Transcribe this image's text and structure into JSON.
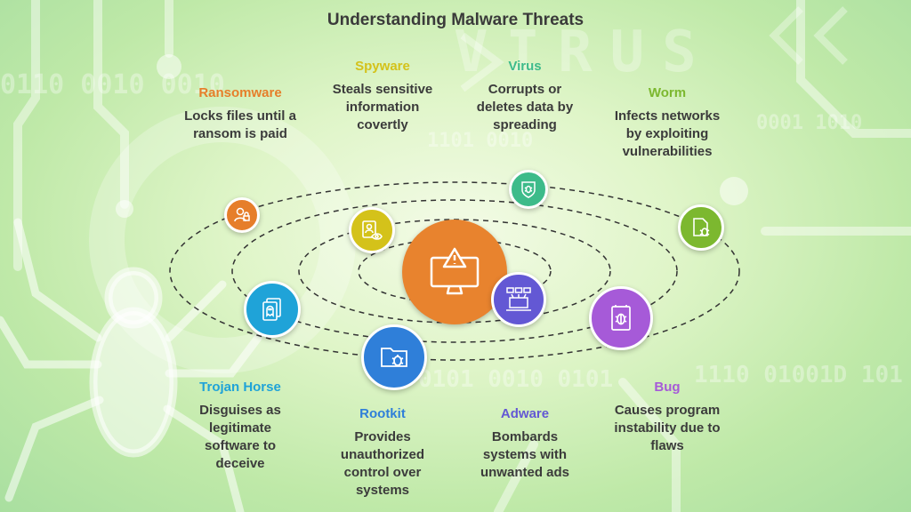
{
  "title": "Understanding Malware Threats",
  "threats": {
    "ransomware": {
      "name": "Ransomware",
      "desc": [
        "Locks files until a",
        "ransom is paid"
      ],
      "color": "#e67e2a",
      "icon": "hacker-lock-icon"
    },
    "spyware": {
      "name": "Spyware",
      "desc": [
        "Steals sensitive",
        "information",
        "covertly"
      ],
      "color": "#d4c21a",
      "icon": "user-eye-icon"
    },
    "virus": {
      "name": "Virus",
      "desc": [
        "Corrupts or",
        "deletes data by",
        "spreading"
      ],
      "color": "#3dbb8a",
      "icon": "shield-bug-icon"
    },
    "worm": {
      "name": "Worm",
      "desc": [
        "Infects networks",
        "by exploiting",
        "vulnerabilities"
      ],
      "color": "#7cb82f",
      "icon": "file-bug-icon"
    },
    "trojan": {
      "name": "Trojan Horse",
      "desc": [
        "Disguises as",
        "legitimate",
        "software to",
        "deceive"
      ],
      "color": "#1fa3d8",
      "icon": "files-ghost-icon"
    },
    "rootkit": {
      "name": "Rootkit",
      "desc": [
        "Provides",
        "unauthorized",
        "control over",
        "systems"
      ],
      "color": "#2f7fd9",
      "icon": "folder-bug-icon"
    },
    "adware": {
      "name": "Adware",
      "desc": [
        "Bombards",
        "systems with",
        "unwanted ads"
      ],
      "color": "#6358d4",
      "icon": "laptop-ads-icon"
    },
    "bug": {
      "name": "Bug",
      "desc": [
        "Causes program",
        "instability due to",
        "flaws"
      ],
      "color": "#a65ad8",
      "icon": "document-bug-icon"
    }
  },
  "center": {
    "color": "#e8832e",
    "icon": "monitor-warning-icon"
  },
  "background": {
    "binary_1": "0110 0010 0010",
    "binary_2": "1101 0010",
    "binary_3": "0001 1010",
    "binary_4": "0101 0010 0101",
    "binary_5": "1110 01001D 101",
    "virus_text": "VIRUS"
  }
}
